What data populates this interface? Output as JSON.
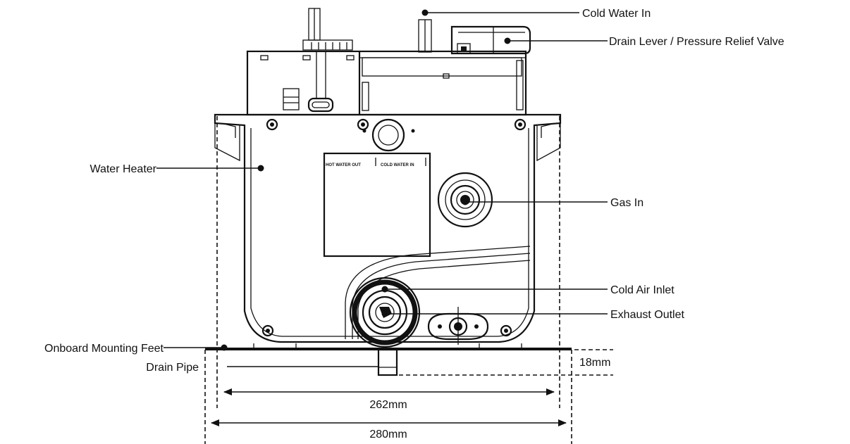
{
  "labels": {
    "cold_water_in": "Cold Water In",
    "drain_lever": "Drain Lever / Pressure Relief Valve",
    "water_heater": "Water Heater",
    "gas_in": "Gas In",
    "cold_air_inlet": "Cold Air Inlet",
    "exhaust_outlet": "Exhaust Outlet",
    "mounting_feet": "Onboard Mounting Feet",
    "drain_pipe": "Drain Pipe"
  },
  "panel": {
    "hot_water_out": "HOT WATER OUT",
    "cold_water_in": "COLD WATER IN"
  },
  "dimensions": {
    "height": "18mm",
    "inner_width": "262mm",
    "outer_width": "280mm"
  }
}
